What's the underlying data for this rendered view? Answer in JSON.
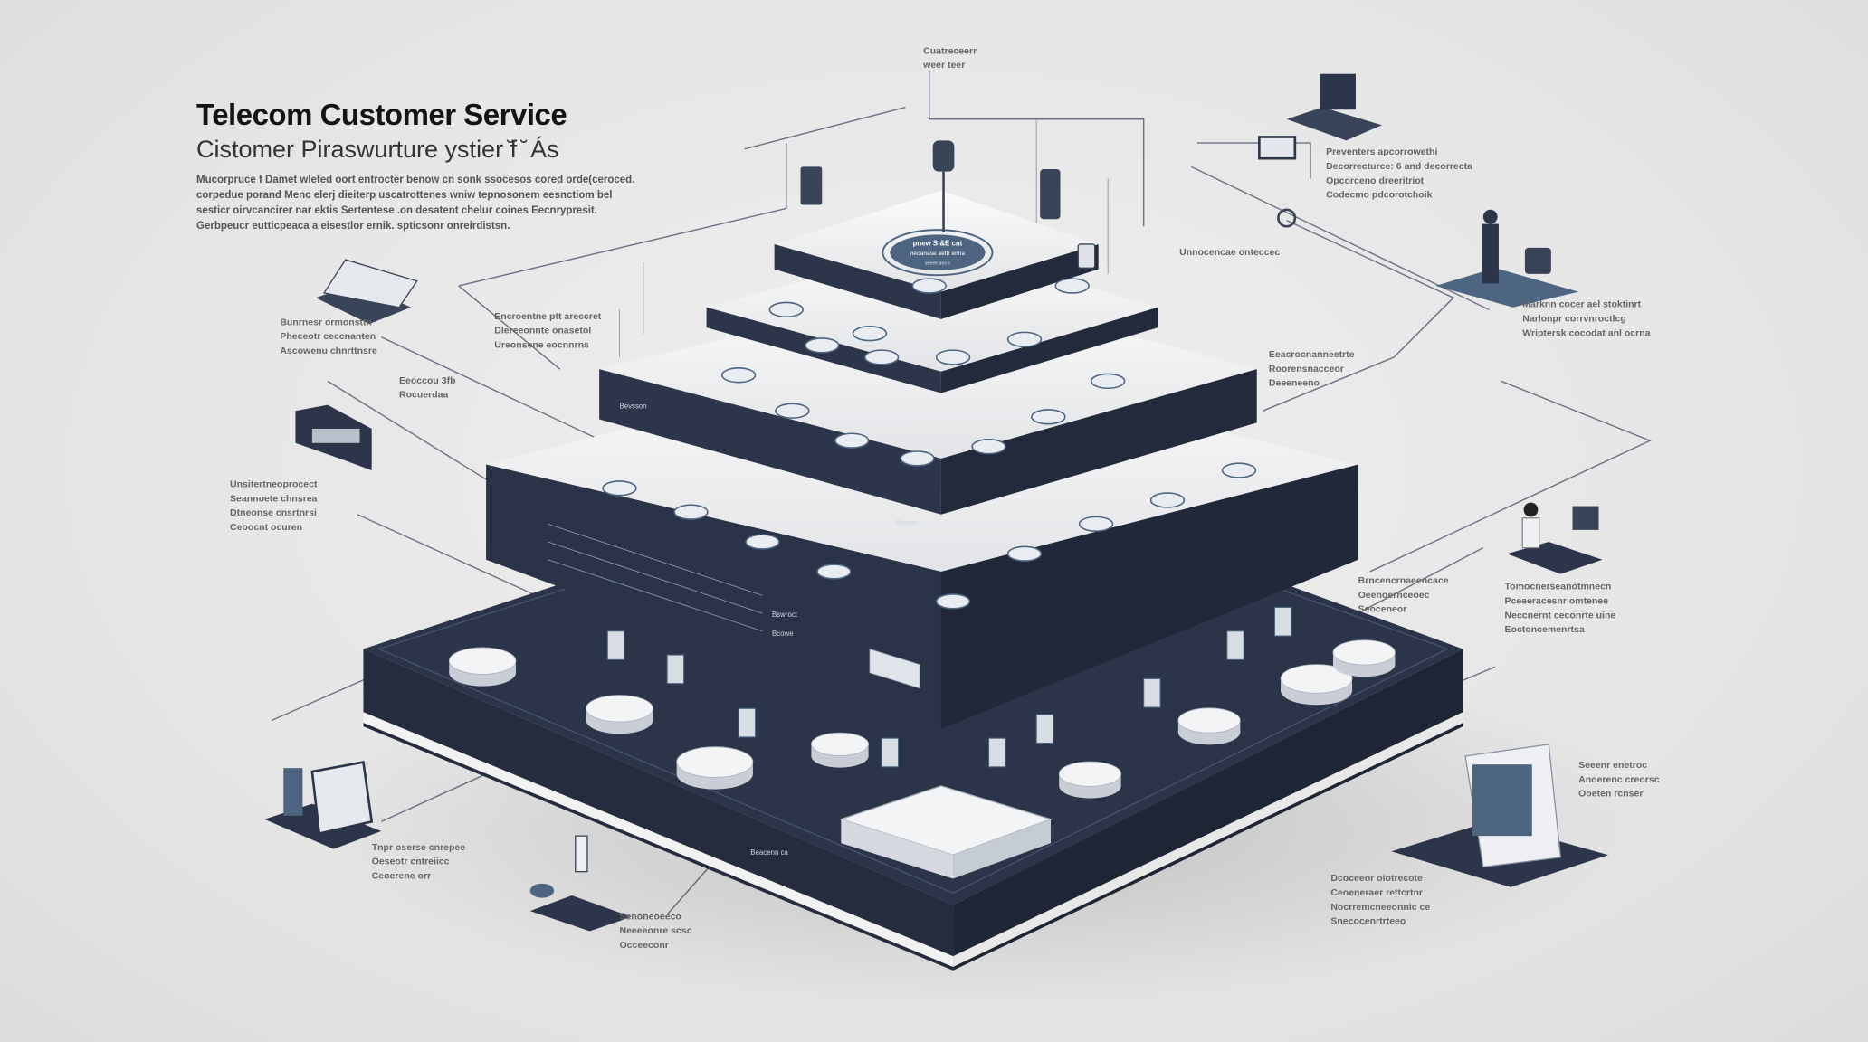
{
  "header": {
    "title": "Telecom Customer Service",
    "subtitle": "Cistomer Piraswurture ystier ̆f ̆ Ás",
    "body_lines": [
      "Mucorpruce f Damet wleted oort entrocter benow cn sonk ssocesos cored orde(ceroced.",
      "corpedue porand Menc elerj dieiterp uscatrottenes wniw tepnosonem eesnctiom bel",
      "sesticr oirvcancirer nar ektis Sertentese .on desatent chelur coines Eecnrypresit.",
      "Gerbpeucr eutticpeaca a eisestlor ernik. spticsonr onreirdistsn."
    ]
  },
  "hub_badge": {
    "lines": [
      "pnew S &E cnt",
      "neoanase aettr enna",
      "seeee.aes c"
    ]
  },
  "platform_tags": [
    "Bevsson",
    "Bewon",
    "Bswroct",
    "Bcowe",
    "Beacenn ca"
  ],
  "labels": [
    {
      "lines": [
        "Preventers apcorrowethi",
        "Decorrecturce: 6 and decorrecta",
        "Opcorceno dreeritriot",
        "Codecmo pdcorotchoik"
      ]
    },
    {
      "lines": [
        "Marknn cocer ael stoktinrt",
        "Narlonpr corrvnroctlcg",
        "Wriptersk cocodat anl ocrna"
      ]
    },
    {
      "lines": [
        "Bunrnesr ormonsttn",
        "Pheceotr ceccnanten",
        "Ascowenu chnrttnsre"
      ]
    },
    {
      "lines": [
        "Encroentne ptt areccret",
        "Dlereeonnte onasetol",
        "Ureonsene eocnnrns"
      ]
    },
    {
      "lines": [
        "Unsitertneoprocect",
        "Seannoete chnsrea",
        "Dtneonse cnsrtnrsi",
        "Ceoocnt ocuren"
      ]
    },
    {
      "lines": [
        "Tomocnerseanotmnecn",
        "Pceeeracesnr omtenee",
        "Neccnernt ceconrte uine",
        "Eoctoncemenrtsa"
      ]
    },
    {
      "lines": [
        "Seeenr enetroc",
        "Anoerenc creorsc",
        "Ooeten rcnser"
      ]
    },
    {
      "lines": [
        "Dcoceeor oiotrecote",
        "Ceoeneraer rettcrtnr",
        "Nocrremcneeonnic ce",
        "Snecocenrtrteeo"
      ]
    },
    {
      "lines": [
        "Tnpr oserse cnrepee",
        "Oeseotr cntreiicc",
        "Ceocrenc orr"
      ]
    },
    {
      "lines": [
        "Senoneoeeco",
        "Neeeeonre scsc",
        "Occeeconr"
      ]
    },
    {
      "lines": [
        "Eeoccou 3fb",
        "Rocuerdaa"
      ]
    },
    {
      "lines": [
        "Unnocencae onteccec"
      ]
    },
    {
      "lines": [
        "Eeacrocnanneetrte",
        "Roorensnacceor",
        "Deeeneeno"
      ]
    },
    {
      "lines": [
        "Brncencrnaeencace",
        "Oeenoernceoec",
        "Seoceneor"
      ]
    },
    {
      "lines": [
        "Cuatreceerr",
        "weer teer"
      ]
    }
  ],
  "colors": {
    "background": "#e6e6e6",
    "navy": "#2a3247",
    "steel": "#4d6580",
    "platform_top": "#f4f4f4"
  }
}
